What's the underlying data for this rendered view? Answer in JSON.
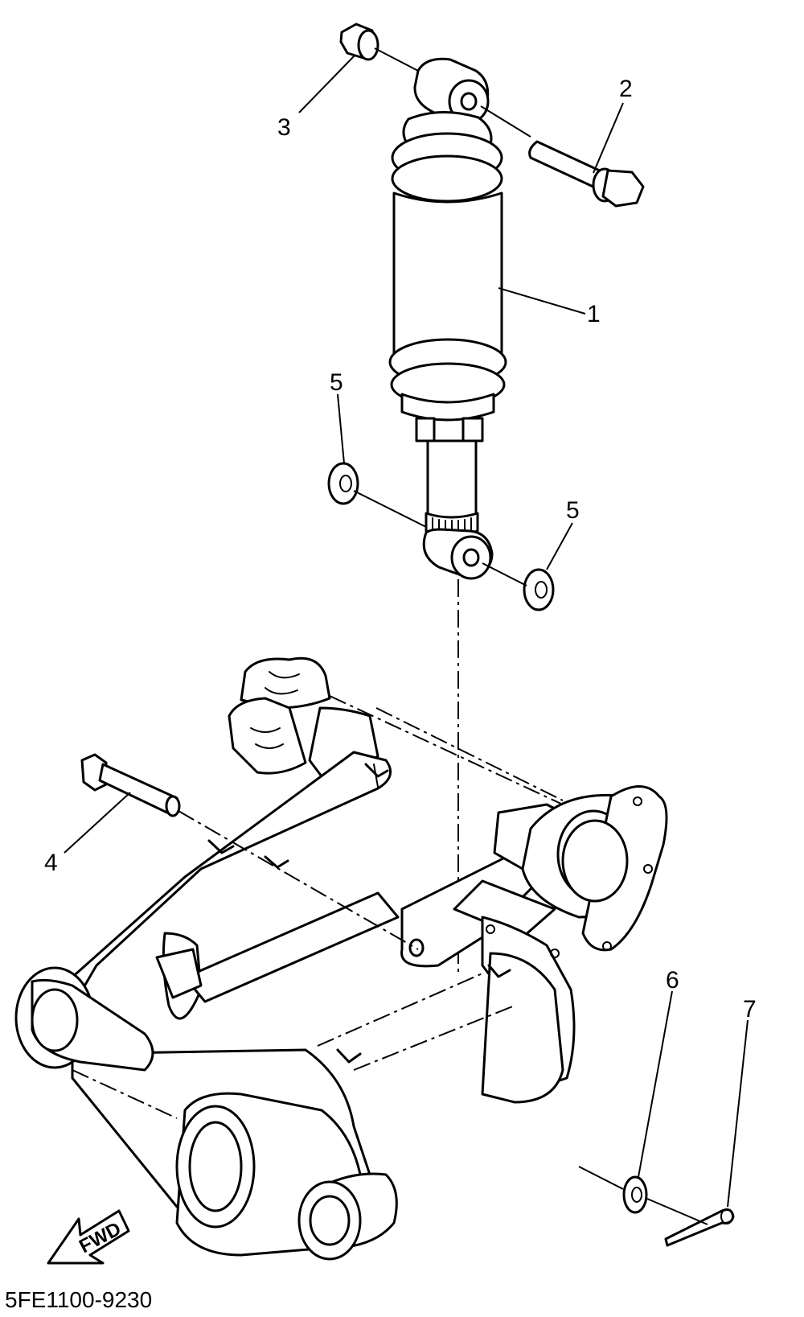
{
  "diagram": {
    "callouts": {
      "c1": "1",
      "c2": "2",
      "c3": "3",
      "c4": "4",
      "c5a": "5",
      "c5b": "5",
      "c6": "6",
      "c7": "7"
    },
    "direction_label": "FWD",
    "drawing_code": "5FE1100-9230"
  }
}
